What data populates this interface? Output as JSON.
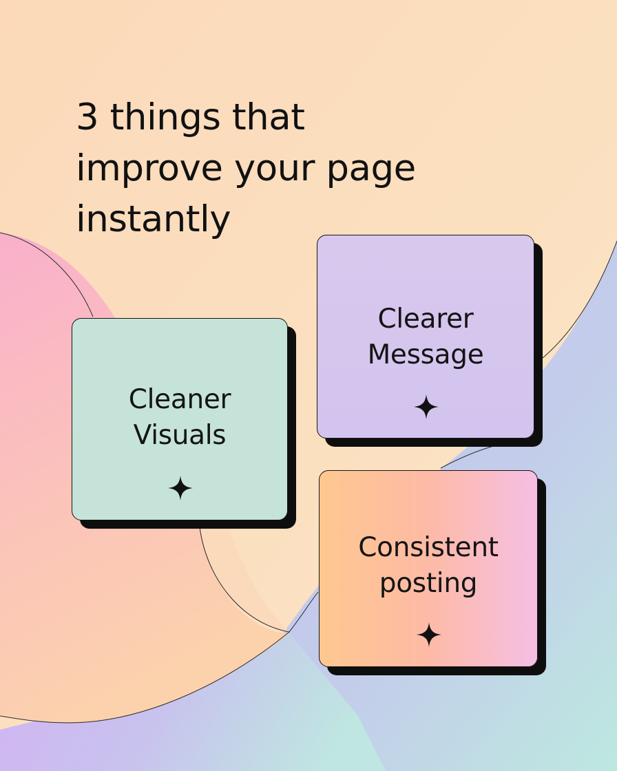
{
  "headline": {
    "lines": [
      "3 things that",
      "improve your page",
      "instantly"
    ]
  },
  "cards": {
    "visuals": {
      "lines": [
        "Cleaner",
        "Visuals"
      ],
      "icon": "sparkle-icon",
      "color": "#c6e3d9"
    },
    "message": {
      "lines": [
        "Clearer",
        "Message"
      ],
      "icon": "sparkle-icon",
      "color": "#d6c6ee"
    },
    "posting": {
      "lines": [
        "Consistent",
        "posting"
      ],
      "icon": "sparkle-icon",
      "color_from": "#fec88f",
      "color_to": "#f6bfe4"
    }
  },
  "colors": {
    "background_peach": "#fbe3c4",
    "blob_pink": "#f9b6cf",
    "blob_lavender": "#cdb8f0",
    "blob_mint": "#bde8e0",
    "text": "#111111",
    "shadow": "#0e0e0e"
  }
}
